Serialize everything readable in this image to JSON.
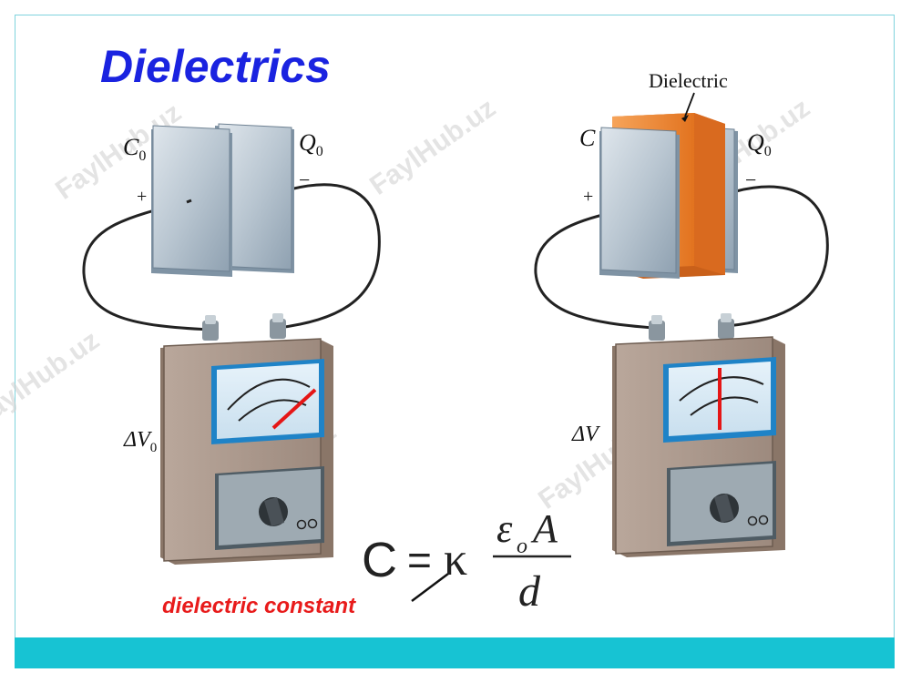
{
  "title": "Dielectrics",
  "watermark": "FaylHub.uz",
  "left_setup": {
    "capacitance_label": "C",
    "capacitance_sub": "0",
    "charge_label": "Q",
    "charge_sub": "0",
    "plus": "+",
    "minus": "−",
    "voltage_label": "ΔV",
    "voltage_sub": "0"
  },
  "right_setup": {
    "dielectric_label": "Dielectric",
    "capacitance_label": "C",
    "charge_label": "Q",
    "charge_sub": "0",
    "plus": "+",
    "minus": "−",
    "voltage_label": "ΔV"
  },
  "formula": {
    "lhs": "C",
    "equals": "=",
    "kappa": "κ",
    "epsilon": "ε",
    "epsilon_sub": "o",
    "area": "A",
    "distance": "d"
  },
  "dielectric_constant_label": "dielectric constant",
  "colors": {
    "title": "#1a23e0",
    "bottom_bar": "#17c3d3",
    "dielectric": "#f2852e",
    "needle": "#e51616",
    "meter_body": "#a89488",
    "label_red": "#e81b1b"
  }
}
